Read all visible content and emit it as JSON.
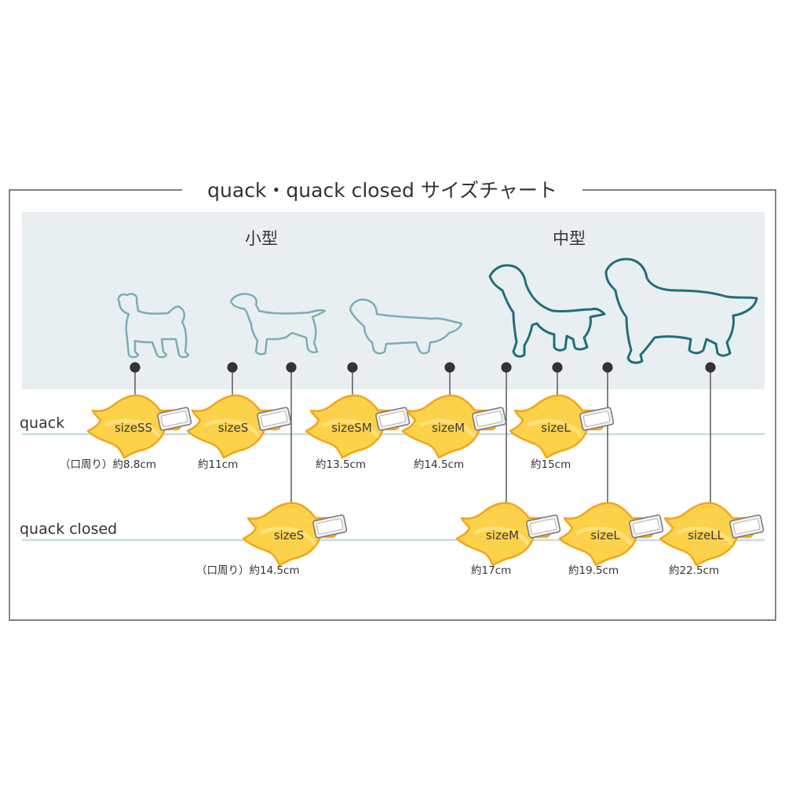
{
  "title": "quack・quack closed サイズチャート",
  "categories": [
    {
      "id": "small",
      "label": "小型"
    },
    {
      "id": "medium",
      "label": "中型"
    }
  ],
  "rows": {
    "quack": {
      "label": "quack"
    },
    "closed": {
      "label": "quack closed"
    }
  },
  "colors": {
    "frame": "#555555",
    "panel": "#e9eff0",
    "small_dog": "#7aaeb6",
    "medium_dog": "#1f6f7a",
    "rule": "#c7dde0",
    "duck_fill": "#fcd24a",
    "duck_edge": "#f3a41c",
    "connector": "#333333"
  },
  "dogs": [
    {
      "name": "toy-poodle",
      "icon": "dog-poodle-icon",
      "category": "small"
    },
    {
      "name": "terrier",
      "icon": "dog-terrier-icon",
      "category": "small"
    },
    {
      "name": "dachshund",
      "icon": "dog-dachshund-icon",
      "category": "small"
    },
    {
      "name": "labrador",
      "icon": "dog-labrador-icon",
      "category": "medium"
    },
    {
      "name": "golden-retriever",
      "icon": "dog-retriever-icon",
      "category": "medium"
    }
  ],
  "quack_sizes": [
    {
      "size": "sizeSS",
      "measure": "（口周り）約8.8cm"
    },
    {
      "size": "sizeS",
      "measure": "約11cm"
    },
    {
      "size": "sizeSM",
      "measure": "約13.5cm"
    },
    {
      "size": "sizeM",
      "measure": "約14.5cm"
    },
    {
      "size": "sizeL",
      "measure": "約15cm"
    }
  ],
  "closed_sizes": [
    {
      "size": "sizeS",
      "measure": "（口周り）約14.5cm"
    },
    {
      "size": "sizeM",
      "measure": "約17cm"
    },
    {
      "size": "sizeL",
      "measure": "約19.5cm"
    },
    {
      "size": "sizeLL",
      "measure": "約22.5cm"
    }
  ]
}
